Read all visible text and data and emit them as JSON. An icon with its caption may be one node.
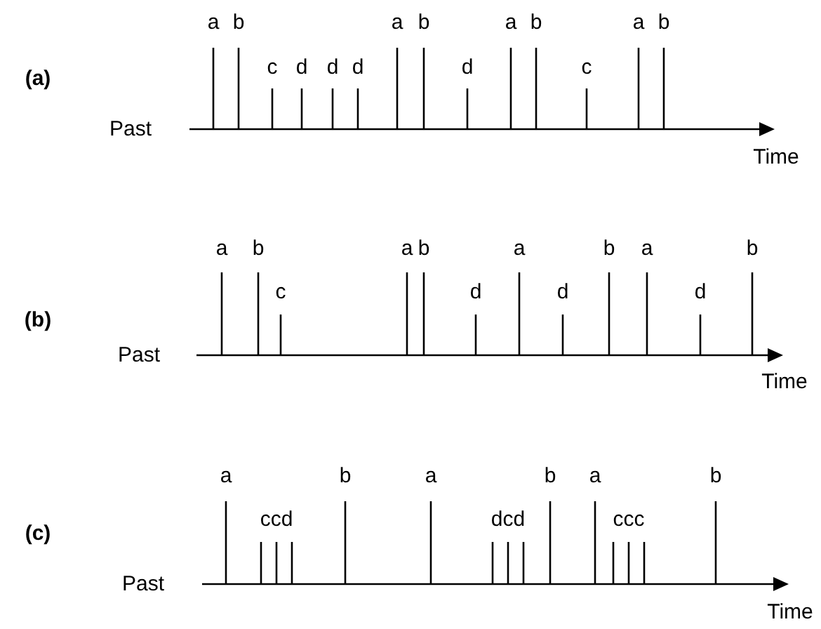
{
  "diagram": {
    "labels": [
      "a",
      "b",
      "a",
      "b",
      "a",
      "b",
      "a",
      "b",
      "(a)",
      "c",
      "d",
      "d",
      "d",
      "d",
      "c",
      "Past",
      "Time",
      "a",
      "b",
      "a",
      "b",
      "a",
      "b",
      "a",
      "b",
      "(b)",
      "c",
      "d",
      "d",
      "d",
      "Past",
      "Time",
      "a",
      "b",
      "a",
      "b",
      "a",
      "b",
      "(c)",
      "ccd",
      "dcd",
      "ccc",
      "Past",
      "Time"
    ]
  }
}
